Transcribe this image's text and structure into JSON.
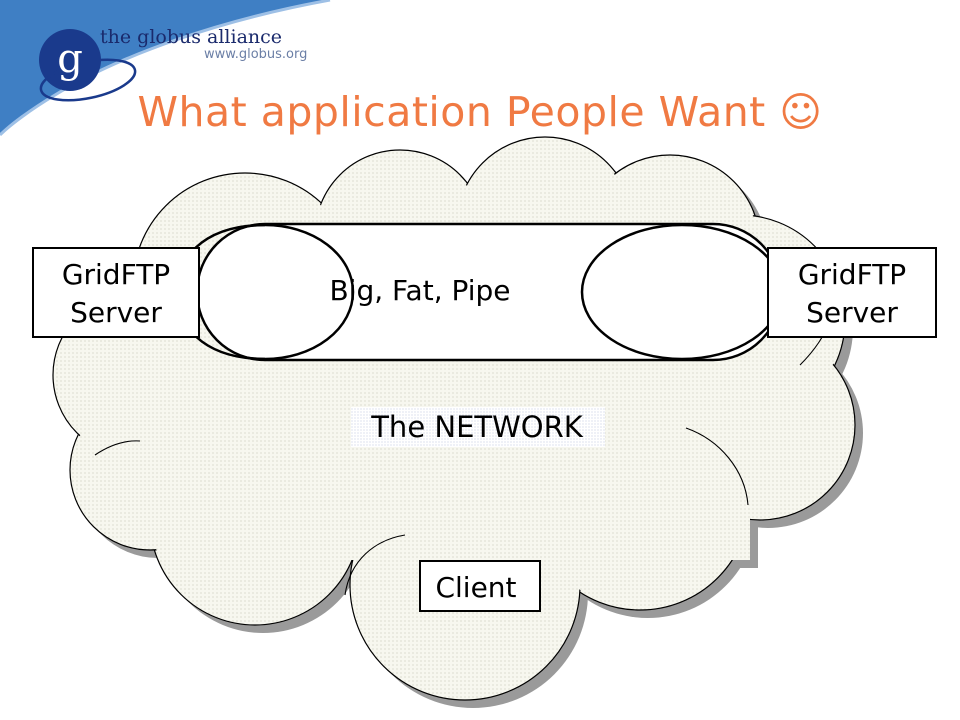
{
  "header": {
    "logo_letter": "g",
    "logo_text": "the globus alliance",
    "logo_url": "www.globus.org"
  },
  "slide": {
    "title": "What application People Want ☺"
  },
  "diagram": {
    "pipe_label": "Big, Fat, Pipe",
    "network_label": "The NETWORK",
    "left_server": {
      "line1": "GridFTP",
      "line2": "Server"
    },
    "right_server": {
      "line1": "GridFTP",
      "line2": "Server"
    },
    "client_label": "Client"
  },
  "colors": {
    "title": "#f07a43",
    "corner_blue": "#3f7fc4",
    "logo_navy": "#1a2a6c",
    "cloud_fill": "#f7f7ef",
    "cloud_dots": "#b8b8a8"
  }
}
